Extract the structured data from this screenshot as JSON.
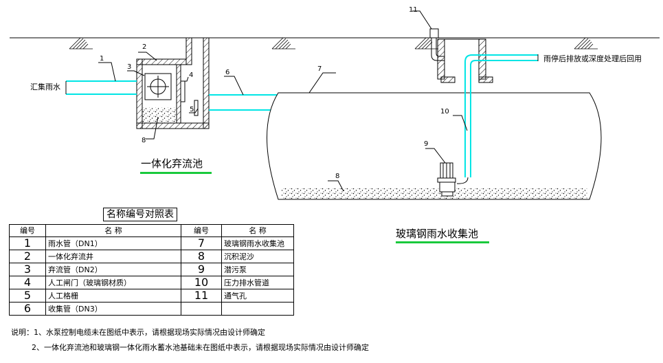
{
  "labels": {
    "inflow": "汇集雨水",
    "outflow": "雨停后排放或深度处理后回用",
    "diverter_title": "一体化弃流池",
    "tank_title": "玻璃钢雨水收集池",
    "table_title": "名称编号对照表"
  },
  "callouts": [
    "1",
    "2",
    "3",
    "4",
    "5",
    "6",
    "7",
    "8",
    "8",
    "9",
    "10",
    "11"
  ],
  "table": {
    "headers": [
      "编号",
      "名   称",
      "编号",
      "名   称"
    ],
    "rows": [
      {
        "n1": "1",
        "name1": "雨水管（DN1）",
        "n2": "7",
        "name2": "玻璃钢雨水收集池"
      },
      {
        "n1": "2",
        "name1": "一体化弃流井",
        "n2": "8",
        "name2": "沉积泥沙"
      },
      {
        "n1": "3",
        "name1": "弃流管（DN2）",
        "n2": "9",
        "name2": "潜污泵"
      },
      {
        "n1": "4",
        "name1": "人工闸门（玻璃钢材质）",
        "n2": "10",
        "name2": "压力排水管道"
      },
      {
        "n1": "5",
        "name1": "人工格栅",
        "n2": "11",
        "name2": "通气孔"
      },
      {
        "n1": "6",
        "name1": "收集管（DN3）",
        "n2": "",
        "name2": ""
      }
    ]
  },
  "notes": {
    "line1": "说明：1、水泵控制电缆未在图纸中表示，请根据现场实际情况由设计师确定",
    "line2": "2、一体化弃流池和玻璃钢一体化雨水蓄水池基础未在图纸中表示，请根据现场实际情况由设计师确定"
  },
  "colors": {
    "pipe": "#00e5e5",
    "underline": "#19c93c",
    "line": "#000000"
  }
}
